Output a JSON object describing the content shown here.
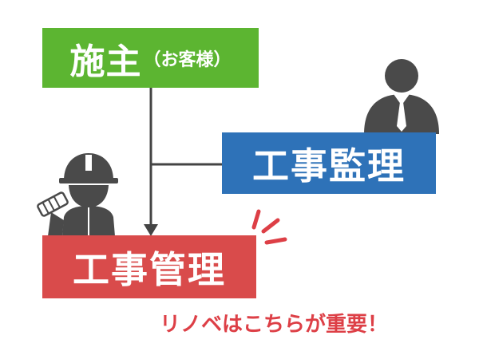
{
  "boxes": {
    "owner": {
      "label": "施主",
      "sub_label": "（お客様）",
      "color": "#5cb531"
    },
    "supervision": {
      "label": "工事監理",
      "color": "#2e72b8"
    },
    "construction": {
      "label": "工事管理",
      "color": "#d94b4b"
    }
  },
  "note": {
    "text": "リノベはこちらが重要！",
    "color": "#dd3f46"
  },
  "icons": {
    "businessman": "businessman-icon",
    "worker": "construction-worker-icon",
    "emphasis": "emphasis-lines-icon"
  },
  "connector_color": "#444444"
}
